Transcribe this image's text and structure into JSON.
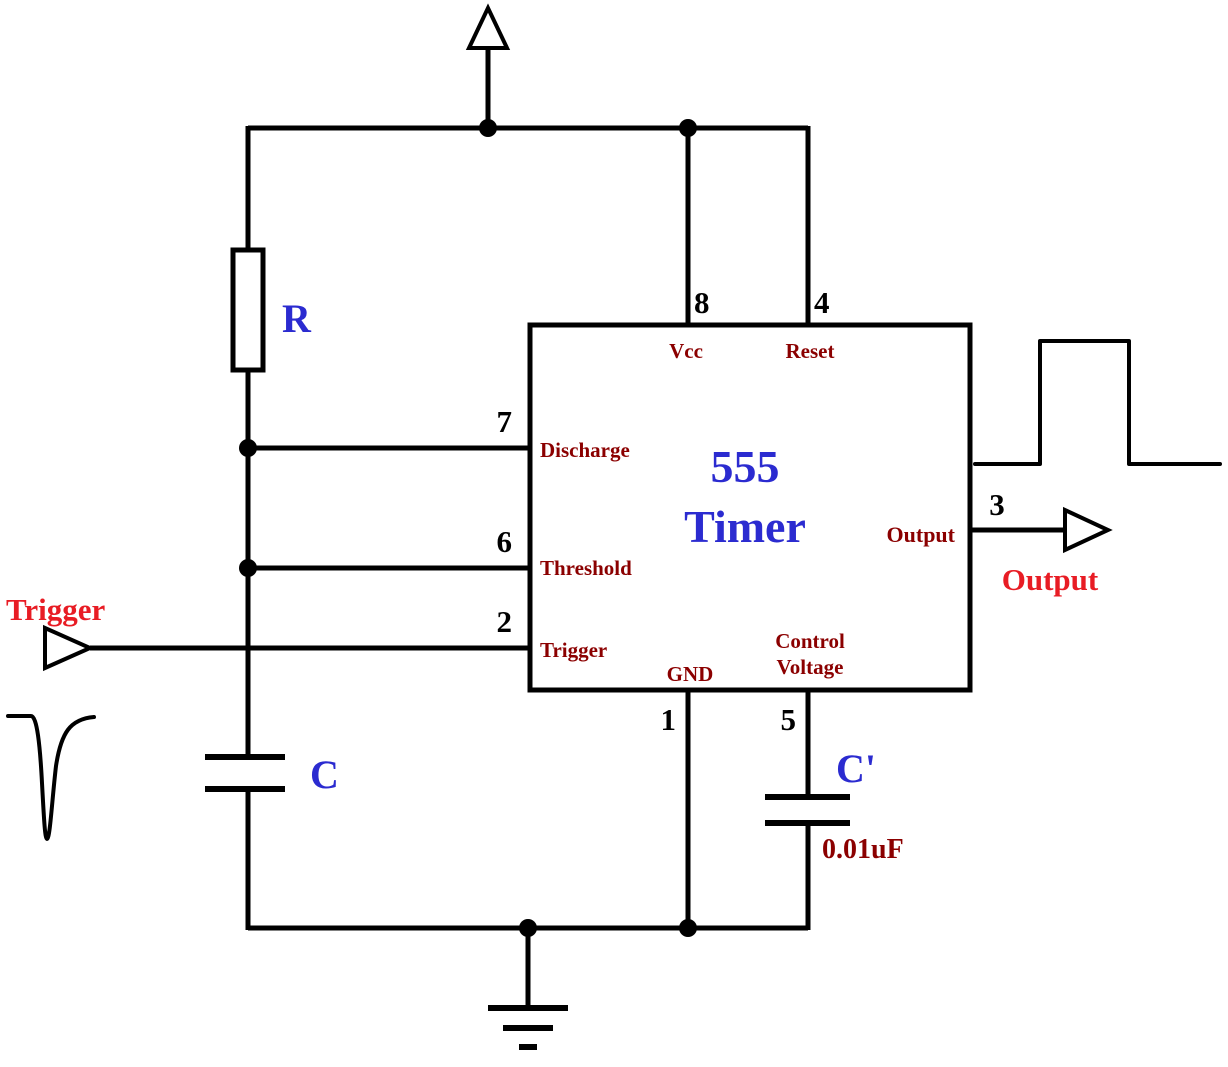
{
  "diagram": {
    "ic": {
      "name_line1": "555",
      "name_line2": "Timer",
      "pins": {
        "vcc": {
          "number": "8",
          "label": "Vcc"
        },
        "reset": {
          "number": "4",
          "label": "Reset"
        },
        "discharge": {
          "number": "7",
          "label": "Discharge"
        },
        "threshold": {
          "number": "6",
          "label": "Threshold"
        },
        "trigger": {
          "number": "2",
          "label": "Trigger"
        },
        "gnd": {
          "number": "1",
          "label": "GND"
        },
        "control": {
          "number": "5",
          "label_line1": "Control",
          "label_line2": "Voltage"
        },
        "output": {
          "number": "3",
          "label": "Output"
        }
      }
    },
    "components": {
      "resistor": {
        "label": "R"
      },
      "timing_capacitor": {
        "label": "C"
      },
      "control_capacitor": {
        "label": "C'",
        "value": "0.01uF"
      }
    },
    "io": {
      "trigger": {
        "label": "Trigger"
      },
      "output": {
        "label": "Output"
      }
    }
  },
  "colors": {
    "component_label": "#2b2bd0",
    "pin_label": "#8b0000",
    "io_label": "#e81c24",
    "wire": "#000000"
  }
}
